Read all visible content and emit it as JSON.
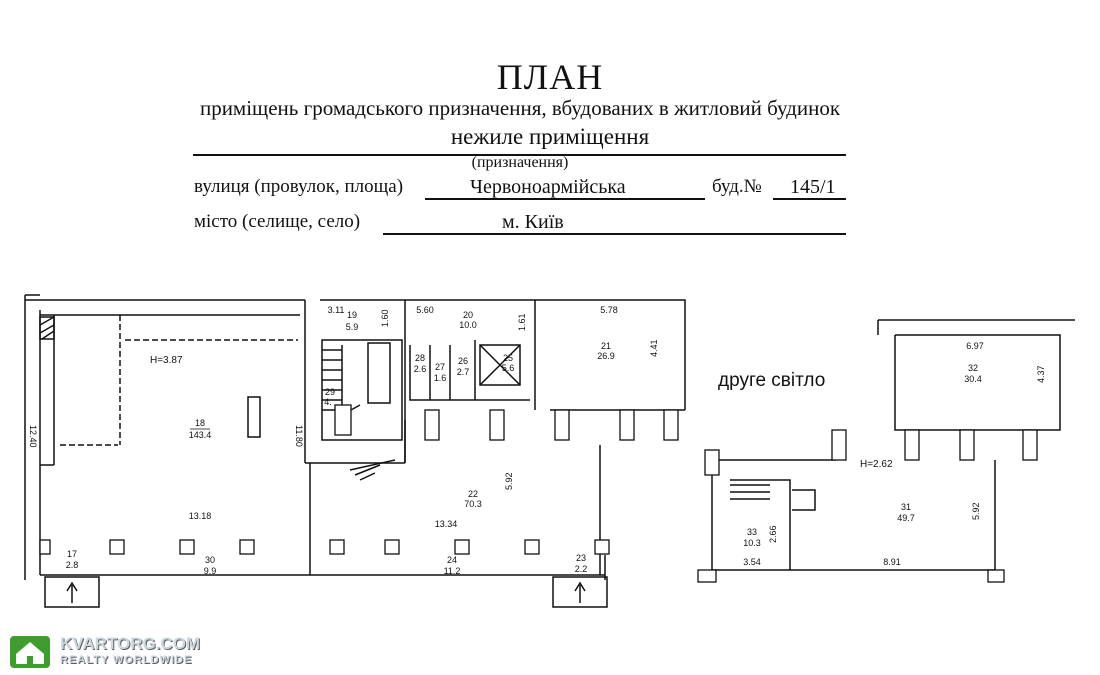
{
  "header": {
    "title": "ПЛАН",
    "subtitle": "приміщень громадського призначення, вбудованих в житловий будинок",
    "purpose": "нежиле приміщення",
    "purpose_caption": "(призначення)",
    "street_label": "вулиця (провулок, площа)",
    "street_value": "Червоноармійська",
    "building_label": "буд.№",
    "building_value": "145/1",
    "city_label": "місто (селище, село)",
    "city_value": "м. Київ"
  },
  "plan": {
    "main_floor": {
      "rooms": [
        {
          "id": "room-18",
          "number": "18",
          "area": "143.4"
        },
        {
          "id": "room-19",
          "number": "19",
          "area": "5.9"
        },
        {
          "id": "room-20",
          "number": "20",
          "area": "10.0"
        },
        {
          "id": "room-21",
          "number": "21",
          "area": "26.9"
        },
        {
          "id": "room-22",
          "number": "22",
          "area": "70.3"
        },
        {
          "id": "room-24",
          "number": "24",
          "area": "11.2"
        },
        {
          "id": "room-23",
          "number": "23",
          "area": "2.2"
        },
        {
          "id": "room-25",
          "number": "25",
          "area": "5.6"
        },
        {
          "id": "room-26",
          "number": "26",
          "area": "2.7"
        },
        {
          "id": "room-27",
          "number": "27",
          "area": "1.6"
        },
        {
          "id": "room-28",
          "number": "28",
          "area": "2.6"
        },
        {
          "id": "room-29",
          "number": "29",
          "area": "4."
        },
        {
          "id": "room-30",
          "number": "30",
          "area": "9.9"
        },
        {
          "id": "room-17",
          "number": "17",
          "area": "2.8"
        }
      ],
      "height_note": "H=3.87",
      "dimensions": [
        "12.40",
        "11.80",
        "13.18",
        "13.34",
        "5.92",
        "3.11",
        "1.60",
        "5.60",
        "1.61",
        "5.78",
        "4.41"
      ]
    },
    "upper_floor": {
      "label": "друге світло",
      "rooms": [
        {
          "id": "room-32",
          "number": "32",
          "area": "30.4"
        },
        {
          "id": "room-31",
          "number": "31",
          "area": "49.7"
        },
        {
          "id": "room-33",
          "number": "33",
          "area": "10.3"
        }
      ],
      "height_note": "H=2.62",
      "dimensions": [
        "6.97",
        "4.37",
        "5.92",
        "2.66",
        "3.54",
        "8.91"
      ]
    }
  },
  "watermark": {
    "brand": "KVARTORG.COM",
    "tagline": "REALTY WORLDWIDE"
  }
}
